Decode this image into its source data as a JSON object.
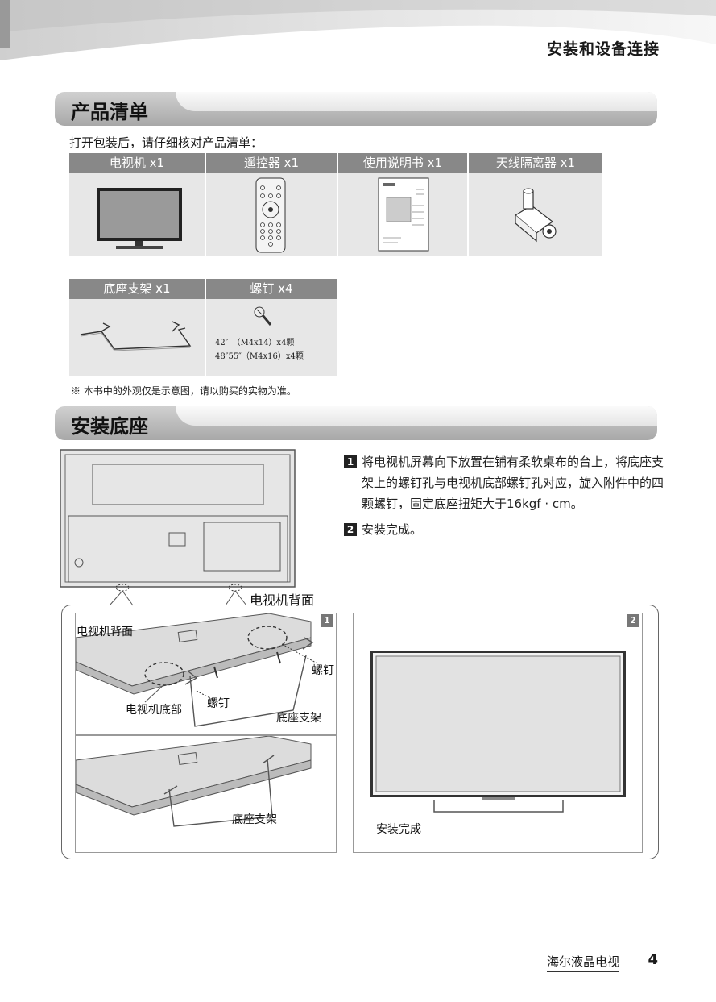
{
  "header": {
    "chapter_title": "安装和设备连接"
  },
  "section1": {
    "title": "产品清单",
    "intro": "打开包装后，请仔细核对产品清单：",
    "items_row1": [
      {
        "label": "电视机 x1"
      },
      {
        "label": "遥控器 x1"
      },
      {
        "label": "使用说明书 x1"
      },
      {
        "label": "天线隔离器 x1"
      }
    ],
    "items_row2": [
      {
        "label": "底座支架 x1"
      },
      {
        "label": "螺钉 x4"
      }
    ],
    "screw_spec_1": "42″　（M4x14）x4颗",
    "screw_spec_2": "48″55″（M4x16）x4颗",
    "note": "※  本书中的外观仅是示意图，请以购买的实物为准。"
  },
  "section2": {
    "title": "安装底座",
    "steps": [
      {
        "num": "1",
        "text": "将电视机屏幕向下放置在铺有柔软桌布的台上，将底座支架上的螺钉孔与电视机底部螺钉孔对应，旋入附件中的四颗螺钉，固定底座扭矩大于16kgf · cm。"
      },
      {
        "num": "2",
        "text": "安装完成。"
      }
    ],
    "labels": {
      "tv_back_top": "电视机背面",
      "tv_back": "电视机背面",
      "screw_right": "螺钉",
      "screw_left": "螺钉",
      "tv_bottom": "电视机底部",
      "stand": "底座支架",
      "stand_2": "底座支架",
      "done": "安装完成",
      "box1": "1",
      "box2": "2"
    }
  },
  "footer": {
    "brand": "海尔液晶电视",
    "page": "4"
  },
  "colors": {
    "header_gray": "#888888",
    "cell_bg": "#e7e7e7",
    "bar_gray": "#a8a8a8"
  }
}
